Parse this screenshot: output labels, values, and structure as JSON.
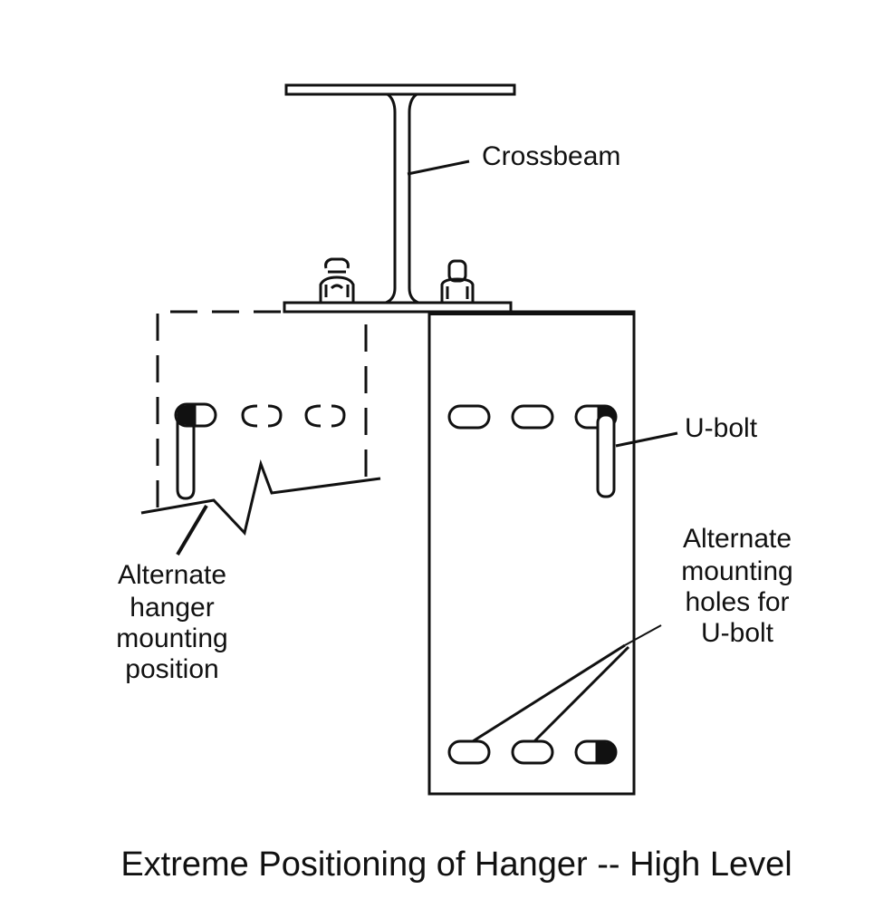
{
  "labels": {
    "crossbeam": "Crossbeam",
    "ubolt": "U-bolt",
    "alt_holes": [
      "Alternate",
      "mounting",
      "holes for",
      "U-bolt"
    ],
    "alt_hanger": [
      "Alternate",
      "hanger",
      "mounting",
      "position"
    ]
  },
  "caption": "Extreme Positioning of Hanger -- High Level",
  "colors": {
    "ink": "#111111",
    "paper": "#ffffff"
  }
}
